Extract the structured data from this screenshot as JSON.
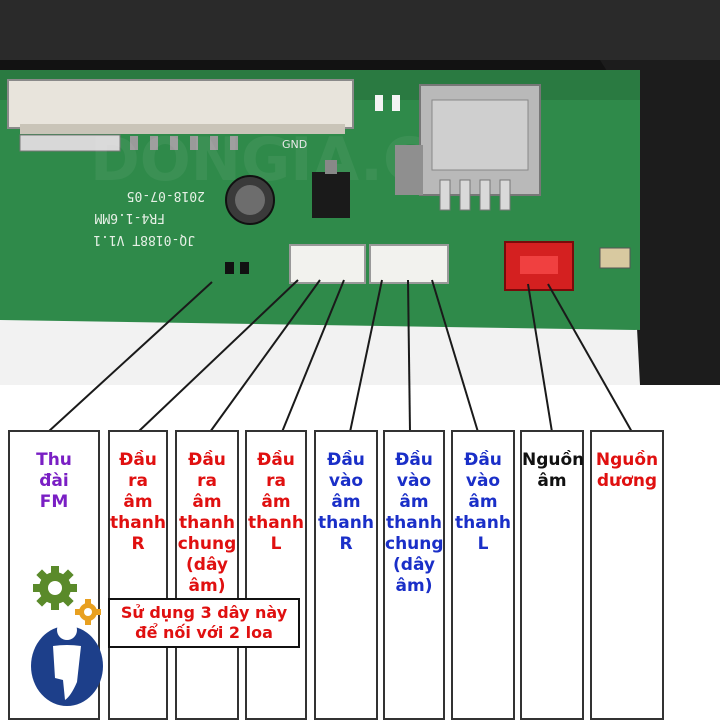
{
  "board": {
    "silkscreen": [
      "JQ-0188T V1.1",
      "FR4-1.6MM",
      "2018-07-05"
    ],
    "gnd_label": "GND",
    "watermark": "DONGIA.COM"
  },
  "labels": [
    {
      "text": "Thu\nđài\nFM",
      "color": "#7a1fc4"
    },
    {
      "text": "Đầu\nra\nâm\nthanh\nR",
      "color": "#e01010"
    },
    {
      "text": "Đầu\nra\nâm\nthanh\nchung\n(dây\nâm)",
      "color": "#e01010"
    },
    {
      "text": "Đầu\nra\nâm\nthanh\nL",
      "color": "#e01010"
    },
    {
      "text": "Đầu\nvào\nâm\nthanh\nR",
      "color": "#1a2fc8"
    },
    {
      "text": "Đầu\nvào\nâm\nthanh\nchung\n(dây\nâm)",
      "color": "#1a2fc8"
    },
    {
      "text": "Đầu\nvào\nâm\nthanh\nL",
      "color": "#1a2fc8"
    },
    {
      "text": "Nguồn\nâm",
      "color": "#111111"
    },
    {
      "text": "Nguồn\ndương",
      "color": "#e01010"
    }
  ],
  "callout": {
    "text": "Sử dụng 3 dây này\nđể nối với 2 loa",
    "color": "#e01010"
  },
  "logo": {
    "icon": "gear-person-logo-icon",
    "gear_color": "#5a8a2a",
    "small_gear_color": "#e8a020",
    "body_color": "#1d3f8a"
  }
}
